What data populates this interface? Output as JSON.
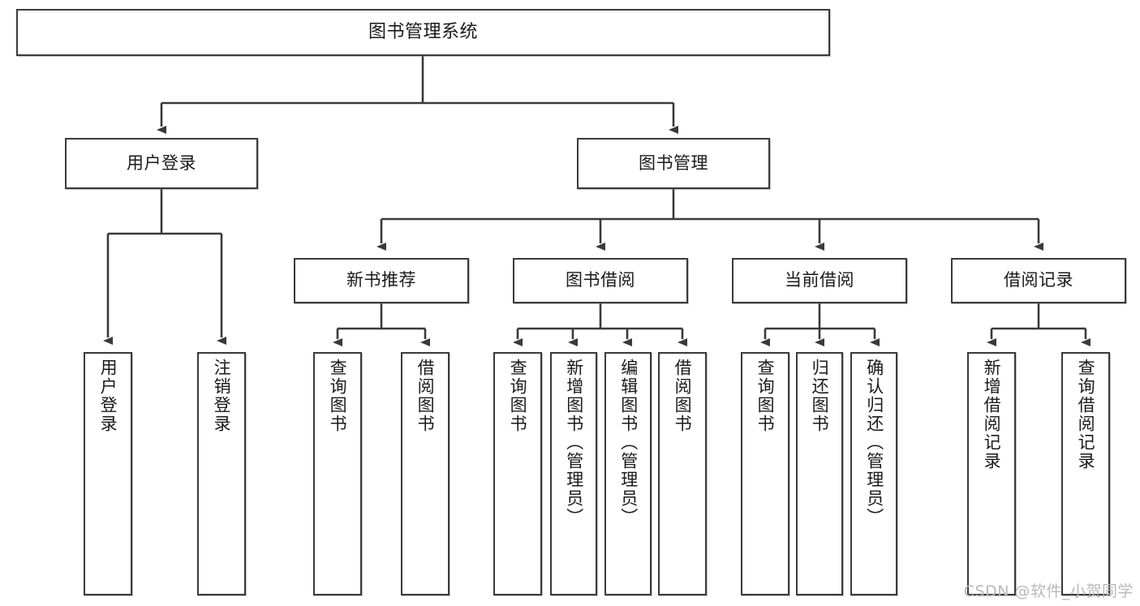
{
  "diagram": {
    "title": "图书管理系统",
    "type": "tree-hierarchy-diagram",
    "root": {
      "label": "图书管理系统"
    },
    "level2": [
      {
        "label": "用户登录"
      },
      {
        "label": "图书管理"
      }
    ],
    "level3": [
      {
        "label": "新书推荐"
      },
      {
        "label": "图书借阅"
      },
      {
        "label": "当前借阅"
      },
      {
        "label": "借阅记录"
      }
    ],
    "leaves": {
      "user_login": [
        {
          "label": "用户登录"
        },
        {
          "label": "注销登录"
        }
      ],
      "new_book_recommend": [
        {
          "label": "查询图书"
        },
        {
          "label": "借阅图书"
        }
      ],
      "book_borrow": [
        {
          "label": "查询图书"
        },
        {
          "label": "新增图书（管理员）"
        },
        {
          "label": "编辑图书（管理员）"
        },
        {
          "label": "借阅图书"
        }
      ],
      "current_borrow": [
        {
          "label": "查询图书"
        },
        {
          "label": "归还图书"
        },
        {
          "label": "确认归还（管理员）"
        }
      ],
      "borrow_record": [
        {
          "label": "新增借阅记录"
        },
        {
          "label": "查询借阅记录"
        }
      ]
    }
  },
  "watermark": {
    "text": "CSDN @软件_小贺同学"
  },
  "colors": {
    "border": "#3a3a3a",
    "background": "#ffffff",
    "text": "#1a1a1a",
    "watermark": "#b9b9b9"
  }
}
